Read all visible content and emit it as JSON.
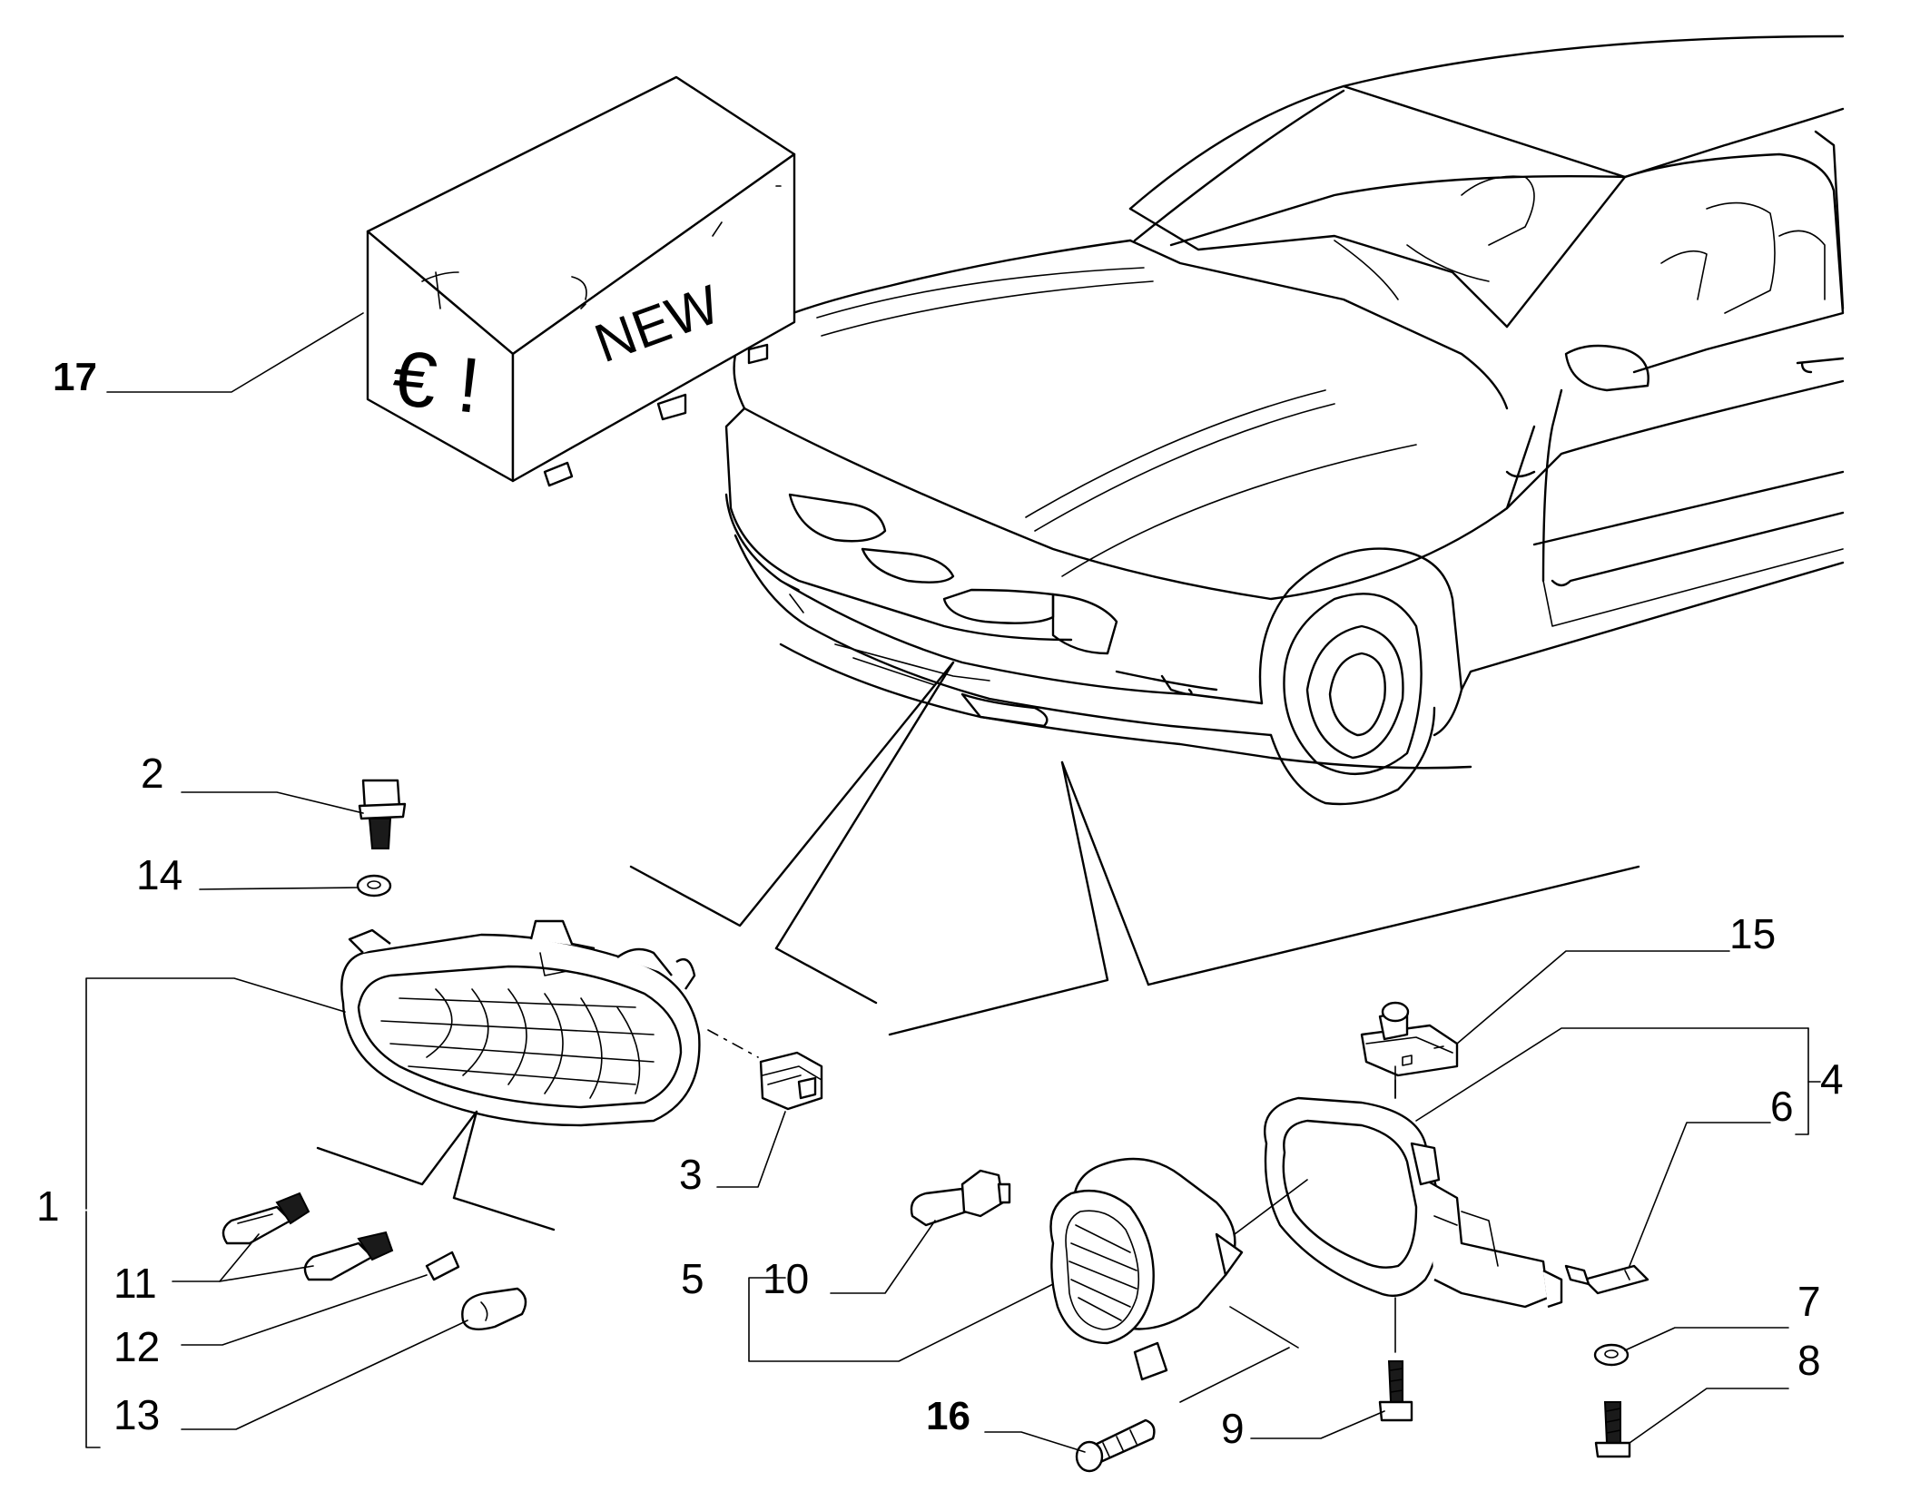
{
  "callouts": {
    "c1": "1",
    "c2": "2",
    "c3": "3",
    "c4": "4",
    "c5": "5",
    "c6": "6",
    "c7": "7",
    "c8": "8",
    "c9": "9",
    "c10": "10",
    "c11": "11",
    "c12": "12",
    "c13": "13",
    "c14": "14",
    "c15": "15",
    "c16": "16",
    "c17": "17"
  },
  "box_labels": {
    "new": "NEW",
    "euro": "€ !"
  }
}
